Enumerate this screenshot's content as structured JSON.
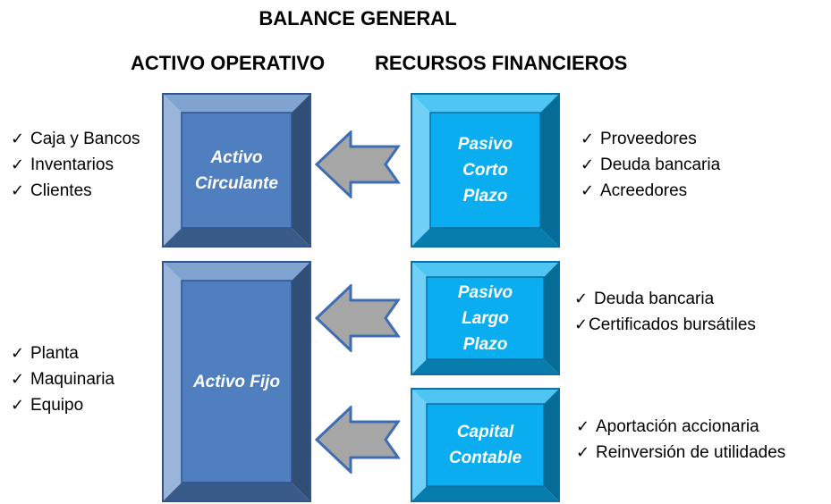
{
  "title": "BALANCE GENERAL",
  "headings": {
    "left": "ACTIVO OPERATIVO",
    "right": "RECURSOS FINANCIEROS"
  },
  "colors": {
    "activo_fill": "#4f7fbe",
    "activo_edge": "#2f5491",
    "pasivo_fill": "#0aaef0",
    "pasivo_edge": "#0d6fa3",
    "arrow_fill": "#a6a6a6",
    "arrow_stroke": "#3f6db3"
  },
  "icons": {
    "bullet": "check-mark-icon",
    "connector": "left-arrow-icon"
  },
  "boxes": {
    "activo_circulante": [
      "Activo",
      "Circulante"
    ],
    "activo_fijo": [
      "Activo Fijo"
    ],
    "pasivo_corto": [
      "Pasivo",
      "Corto",
      "Plazo"
    ],
    "pasivo_largo": [
      "Pasivo",
      "Largo",
      "Plazo"
    ],
    "capital_contable": [
      "Capital",
      "Contable"
    ]
  },
  "lists": {
    "circulante": [
      "Caja y Bancos",
      "Inventarios",
      "Clientes"
    ],
    "fijo": [
      "Planta",
      "Maquinaria",
      "Equipo"
    ],
    "corto": [
      "Proveedores",
      "Deuda bancaria",
      "Acreedores"
    ],
    "largo": [
      "Deuda bancaria",
      "Certificados bursátiles"
    ],
    "capital": [
      "Aportación accionaria",
      "Reinversión de utilidades"
    ]
  },
  "check_glyph": "✓"
}
